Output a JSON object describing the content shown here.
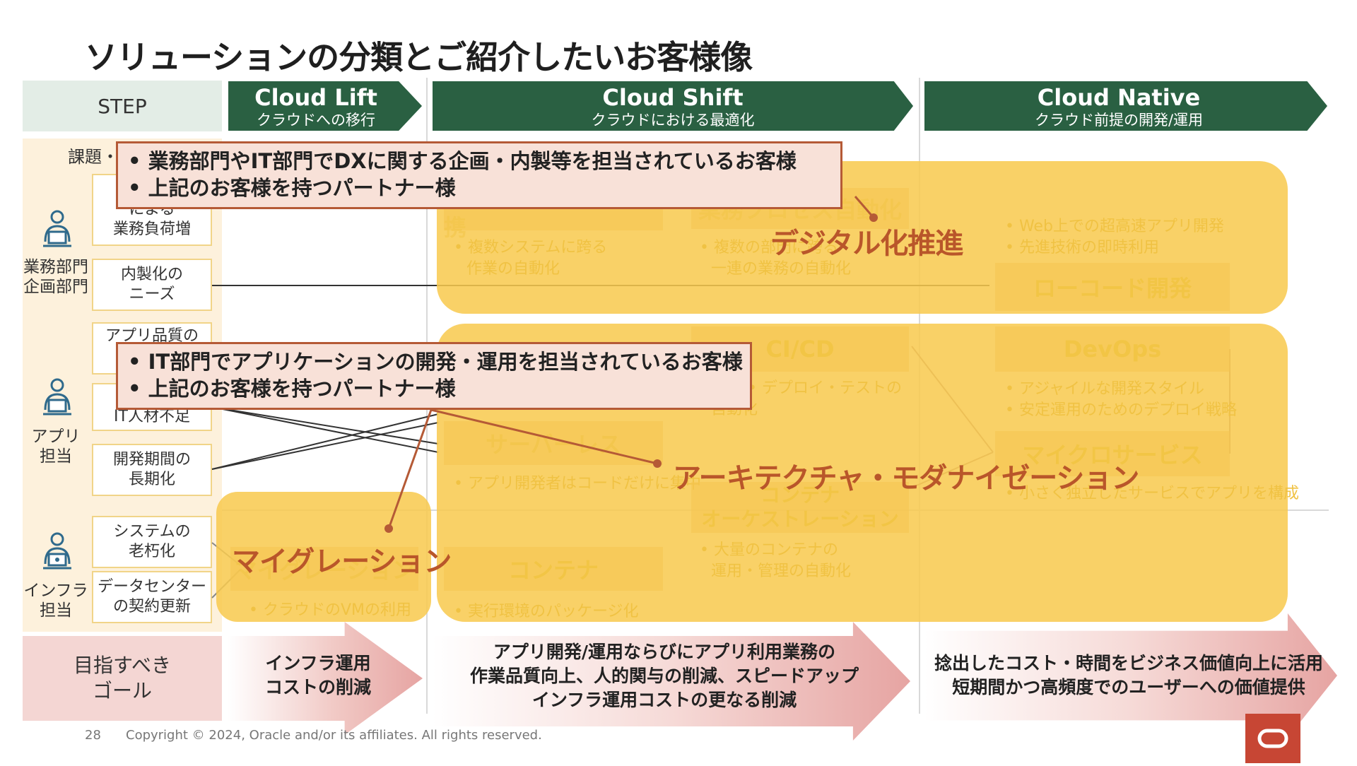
{
  "title": "ソリューションの分類とご紹介したいお客様像",
  "step_label": "STEP",
  "steps": [
    {
      "title": "Cloud Lift",
      "subtitle": "クラウドへの移行"
    },
    {
      "title": "Cloud Shift",
      "subtitle": "クラウドにおける最適化"
    },
    {
      "title": "Cloud Native",
      "subtitle": "クラウド前提の開発/運用"
    }
  ],
  "challenge_header": "課題・",
  "roles": [
    {
      "line1": "業務部門",
      "line2": "企画部門",
      "icon": "developer-person-icon"
    },
    {
      "line1": "アプリ",
      "line2": "担当",
      "icon": "developer-person-icon"
    },
    {
      "line1": "インフラ",
      "line2": "担当",
      "icon": "infra-person-icon"
    }
  ],
  "challenges": [
    {
      "line1": "シ",
      "line2": "による",
      "line3": "業務負荷増"
    },
    {
      "line1": "内製化の",
      "line2": "ニーズ"
    },
    {
      "line1": "アプリ品質の",
      "line2": ""
    },
    {
      "line1": "IT人材不足"
    },
    {
      "line1": "開発期間の",
      "line2": "長期化"
    },
    {
      "line1": "システムの",
      "line2": "老朽化"
    },
    {
      "line1": "データセンター",
      "line2": "の契約更新"
    }
  ],
  "callouts": [
    {
      "line1": "• 業務部門やIT部門でDXに関する企画・内製等を担当されているお客様",
      "line2": "• 上記のお客様を持つパートナー様"
    },
    {
      "line1": "• IT部門でアプリケーションの開発・運用を担当されているお客様",
      "line2": "• 上記のお客様を持つパートナー様"
    }
  ],
  "categories": {
    "digital": "デジタル化推進",
    "modernization": "アーキテクチャ・モダナイゼーション",
    "migration": "マイグレーション"
  },
  "ghost": {
    "app_integration": "アプリケーション連携",
    "app_integration_desc1": "• 複数システムに跨る",
    "app_integration_desc2": "作業の自動化",
    "process_auto": "業務プロセス自動化",
    "process_auto_desc1": "• 複数の部門に跨る",
    "process_auto_desc2": "一連の業務の自動化",
    "lowcode_desc1": "• Web上での超高速アプリ開発",
    "lowcode_desc2": "• 先進技術の即時利用",
    "lowcode": "ローコード開発",
    "cicd": "CI/CD",
    "cicd_desc1": "• デプロイ・テストの",
    "cicd_desc2": "自動化",
    "devops": "DevOps",
    "devops_desc1": "• アジャイルな開発スタイル",
    "devops_desc2": "• 安定運用のためのデプロイ戦略",
    "serverless": "サーバーレス",
    "serverless_desc": "• アプリ開発者はコードだけに集中",
    "microservices": "マイクロサービス",
    "microservices_desc": "• 小さく独立したサービスでアプリを構成",
    "orchestration1": "コンテナ",
    "orchestration2": "オーケストレーション",
    "orchestration_desc1": "• 大量のコンテナの",
    "orchestration_desc2": "運用・管理の自動化",
    "migration": "マイグレーション",
    "migration_desc": "• クラウドのVMの利用",
    "container": "コンテナ",
    "container_desc": "• 実行環境のパッケージ化"
  },
  "goal_label": {
    "line1": "目指すべき",
    "line2": "ゴール"
  },
  "goals": [
    {
      "line1": "インフラ運用",
      "line2": "コストの削減"
    },
    {
      "line1": "アプリ開発/運用ならびにアプリ利用業務の",
      "line2": "作業品質向上、人的関与の削減、スピードアップ",
      "line3": "インフラ運用コストの更なる削減"
    },
    {
      "line1": "捻出したコスト・時間をビジネス価値向上に活用",
      "line2": "短期間かつ高頻度でのユーザーへの価値提供"
    }
  ],
  "footer": {
    "page": "28",
    "copyright": "Copyright © 2024, Oracle and/or its affiliates. All rights reserved."
  },
  "colors": {
    "step_green": "#2a6042",
    "highlight": "#f8c94e",
    "accent": "#b9562a",
    "callout_bg": "#f8e1d8",
    "logo": "#c74634"
  }
}
